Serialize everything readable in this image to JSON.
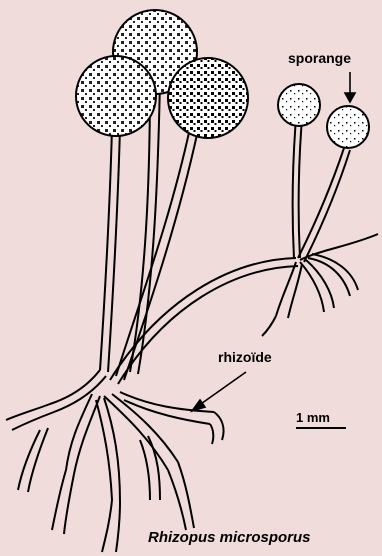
{
  "labels": {
    "sporange": "sporange",
    "rhizoide": "rhizoïde",
    "scale": "1 mm",
    "species": "Rhizopus microsporus"
  },
  "colors": {
    "background": "#f1dcdc",
    "ink": "#000000",
    "sporangium_fill": "#ffffff"
  }
}
